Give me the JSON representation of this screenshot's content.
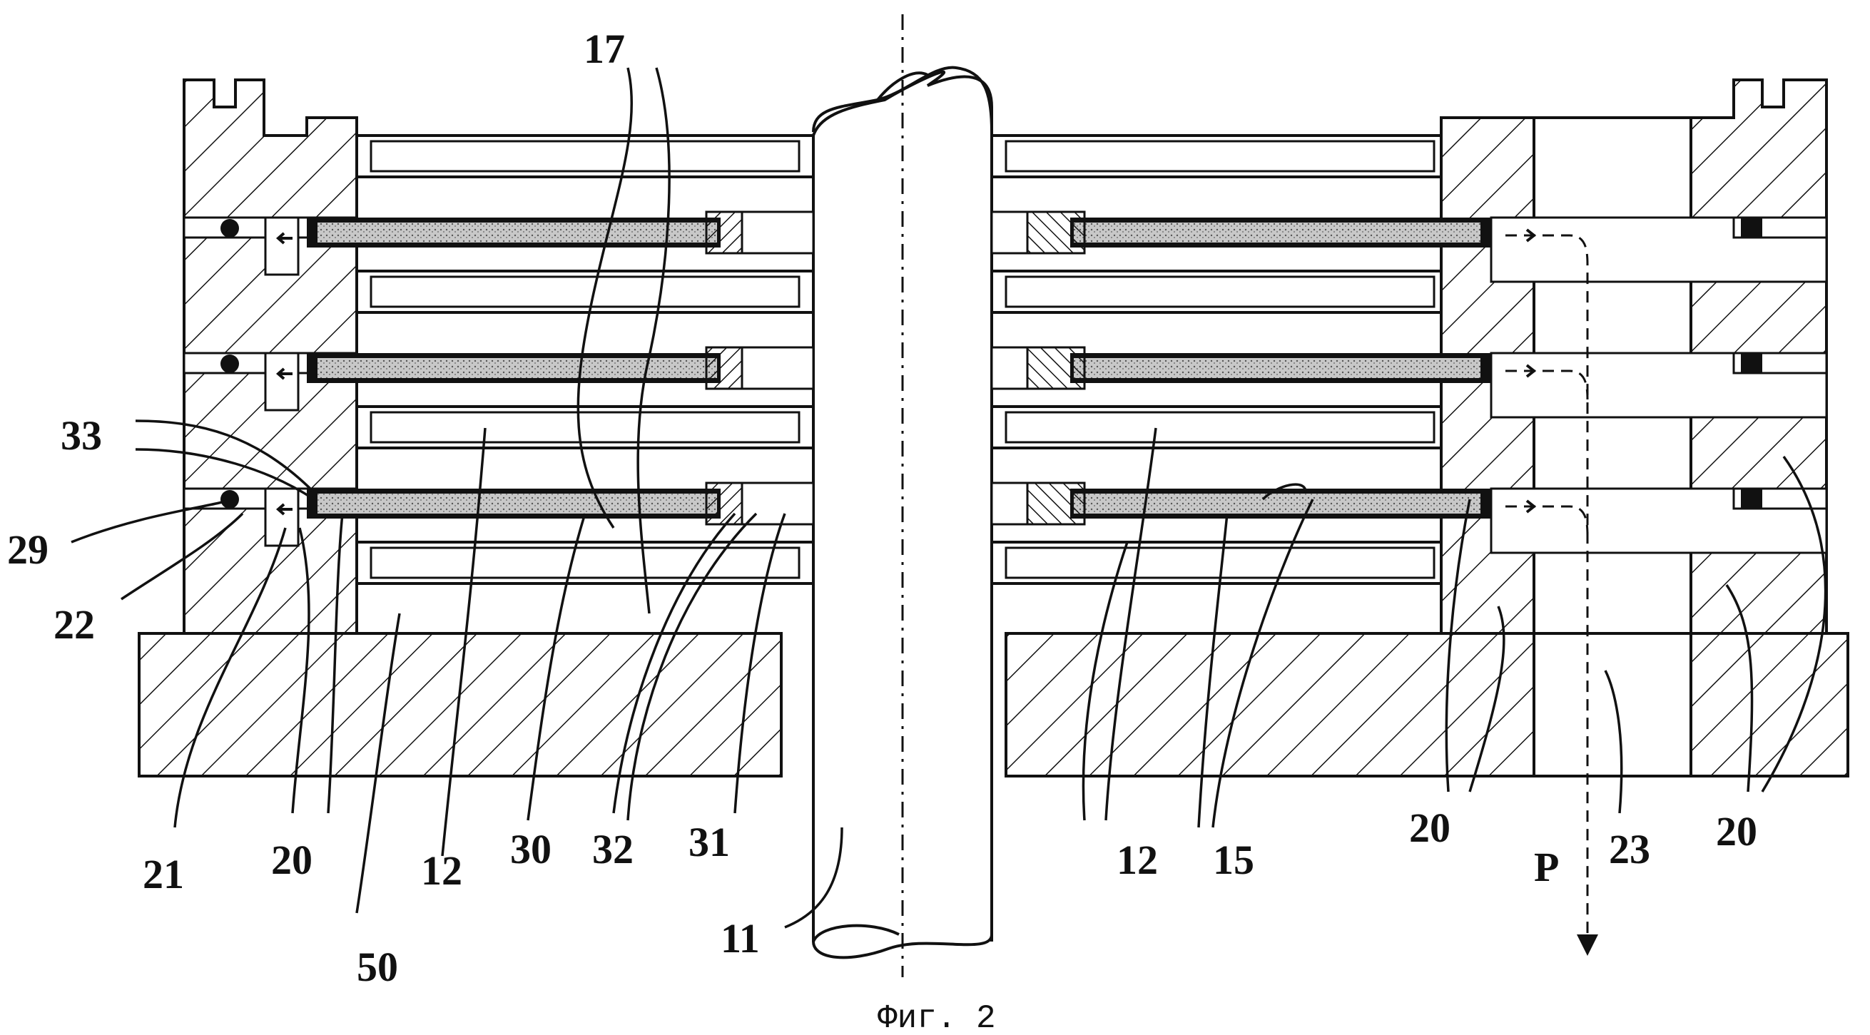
{
  "figure": {
    "caption": "Фиг. 2",
    "labels": {
      "l17": "17",
      "l33": "33",
      "l29": "29",
      "l22": "22",
      "l21": "21",
      "l20a": "20",
      "l50": "50",
      "l12a": "12",
      "l30": "30",
      "l32": "32",
      "l31": "31",
      "l11": "11",
      "l12b": "12",
      "l15": "15",
      "l20b": "20",
      "lP": "P",
      "l23": "23",
      "l20c": "20"
    },
    "colors": {
      "line": "#111111",
      "hatch": "#111111",
      "membrane_fill": "#bdbdbd",
      "membrane_edge": "#2b2b2b",
      "background": "#ffffff"
    }
  }
}
